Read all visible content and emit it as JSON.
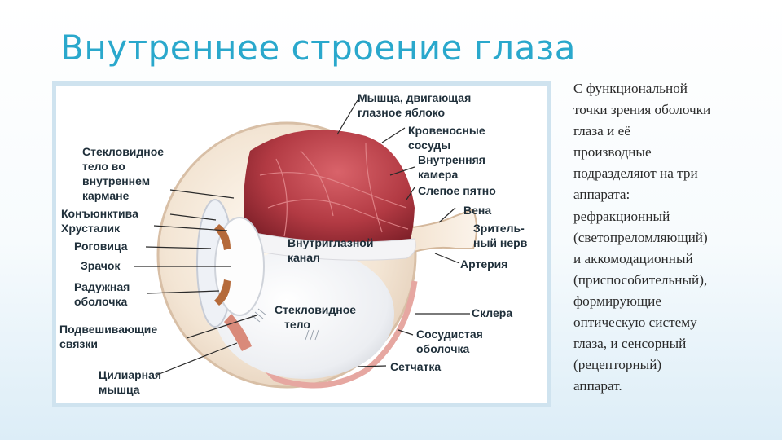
{
  "slide": {
    "title": "Внутреннее строение глаза",
    "body": "С функциональной\nточки зрения оболочки\nглаза и её\nпроизводные\nподразделяют на три\nаппарата:\nрефракционный\n(светопреломляющий)\nи аккомодационный\n(приспособительный),\nформирующие\nоптическую систему\nглаза, и сенсорный\n(рецепторный)\nаппарат."
  },
  "diagram": {
    "labels": {
      "muscle_l1": "Мышца, двигающая",
      "muscle_l2": "глазное яблоко",
      "vessels_l1": "Кровеносные",
      "vessels_l2": "сосуды",
      "inner_chamber_l1": "Внутренняя",
      "inner_chamber_l2": "камера",
      "blind_spot": "Слепое пятно",
      "vein": "Вена",
      "optic_nerve_l1": "Зритель-",
      "optic_nerve_l2": "ный нерв",
      "artery": "Артерия",
      "vitreous_pocket_l1": "Стекловидное",
      "vitreous_pocket_l2": "тело во",
      "vitreous_pocket_l3": "внутреннем",
      "vitreous_pocket_l4": "кармане",
      "conjunctiva": "Конъюнктива",
      "lens": "Хрусталик",
      "cornea": "Роговица",
      "pupil": "Зрачок",
      "iris_l1": "Радужная",
      "iris_l2": "оболочка",
      "suspensory_l1": "Подвешивающие",
      "suspensory_l2": "связки",
      "ciliary_l1": "Цилиарная",
      "ciliary_l2": "мышца",
      "intraocular_canal_l1": "Внутриглазной",
      "intraocular_canal_l2": "канал",
      "vitreous_body_l1": "Стекловидное",
      "vitreous_body_l2": "тело",
      "sclera": "Склера",
      "choroid_l1": "Сосудистая",
      "choroid_l2": "оболочка",
      "retina": "Сетчатка"
    }
  }
}
